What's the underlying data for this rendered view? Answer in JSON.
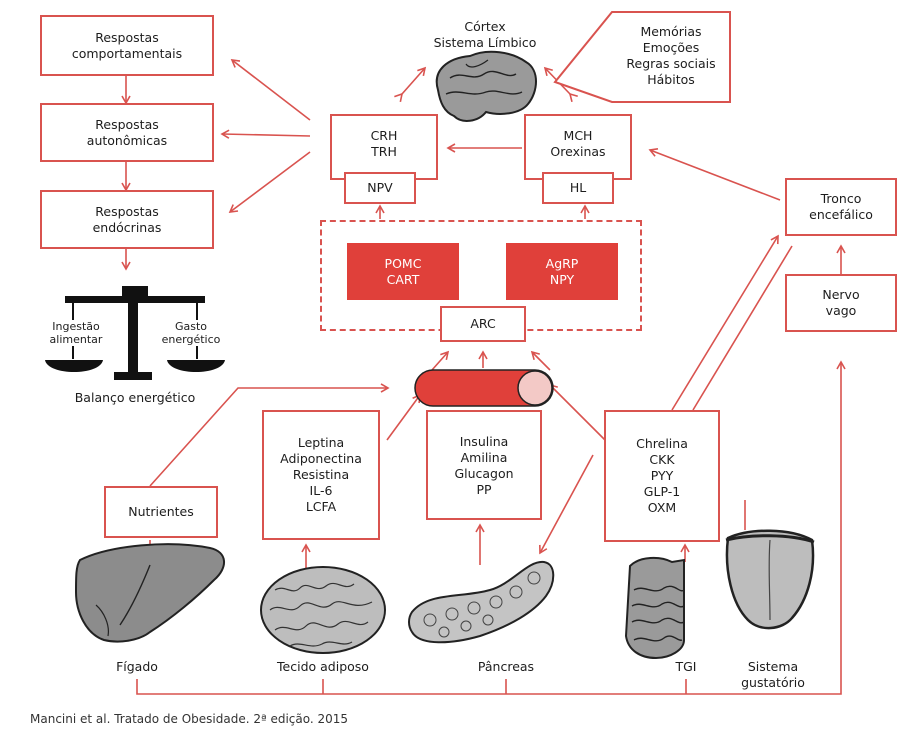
{
  "caption": "Mancini et al. Tratado de Obesidade. 2ª edição. 2015",
  "boxes": {
    "comportamentais": [
      "Respostas",
      "comportamentais"
    ],
    "autonomicas": [
      "Respostas",
      "autonômicas"
    ],
    "endocrinas": [
      "Respostas",
      "endócrinas"
    ],
    "crh_trh": [
      "CRH",
      "TRH"
    ],
    "npv": "NPV",
    "mch_orexinas": [
      "MCH",
      "Orexinas"
    ],
    "hl": "HL",
    "pomc_cart": [
      "POMC",
      "CART"
    ],
    "agrp_npy": [
      "AgRP",
      "NPY"
    ],
    "arc": "ARC",
    "tronco": [
      "Tronco",
      "encefálico"
    ],
    "nervo": [
      "Nervo",
      "vago"
    ],
    "nutrientes": "Nutrientes",
    "adipocinas": [
      "Leptina",
      "Adiponectina",
      "Resistina",
      "IL-6",
      "LCFA"
    ],
    "pancreaticos": [
      "Insulina",
      "Amilina",
      "Glucagon",
      "PP"
    ],
    "intestinais": [
      "Chrelina",
      "CKK",
      "PYY",
      "GLP-1",
      "OXM"
    ],
    "memorias": [
      "Memórias",
      "Emoções",
      "Regras sociais",
      "Hábitos"
    ]
  },
  "labels": {
    "cortex": [
      "Córtex",
      "Sistema Límbico"
    ],
    "balanco": "Balanço energético",
    "ingestao": [
      "Ingestão",
      "alimentar"
    ],
    "gasto": [
      "Gasto",
      "energético"
    ],
    "figado": "Fígado",
    "tecido": "Tecido adiposo",
    "pancreas": "Pâncreas",
    "tgi": "TGI",
    "gustatorio": [
      "Sistema",
      "gustatório"
    ]
  },
  "colors": {
    "accent": "#d9534f",
    "fill": "#e0403a",
    "organ": "#8c8c8c"
  }
}
